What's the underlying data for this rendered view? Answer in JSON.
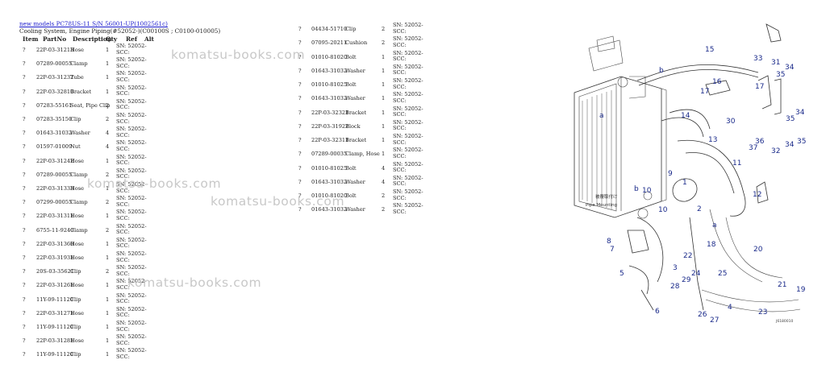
{
  "header": {
    "link_text": "new models PC78US-11 S/N 56001-UP(1002561c)",
    "subtitle": "Cooling System, Engine Piping(#52052-)(C00100S ; C0100-010005)"
  },
  "columns": [
    "Item",
    "PartNo",
    "Description",
    "Qty",
    "Ref",
    "Alt"
  ],
  "left_parts": [
    {
      "item": "?",
      "partno": "22P-03-31213",
      "desc": "Hose",
      "qty": "1",
      "ref": "SN: 52052-SCC:"
    },
    {
      "item": "?",
      "partno": "07289-00055",
      "desc": "Clamp",
      "qty": "1",
      "ref": "SN: 52052-SCC:"
    },
    {
      "item": "?",
      "partno": "22P-03-31232",
      "desc": "Tube",
      "qty": "1",
      "ref": "SN: 52052-SCC:"
    },
    {
      "item": "?",
      "partno": "22P-03-32810",
      "desc": "Bracket",
      "qty": "1",
      "ref": "SN: 52052-SCC:"
    },
    {
      "item": "?",
      "partno": "07283-55161",
      "desc": "Seat, Pipe Clip",
      "qty": "2",
      "ref": "SN: 52052-SCC:"
    },
    {
      "item": "?",
      "partno": "07283-35150",
      "desc": "Clip",
      "qty": "2",
      "ref": "SN: 52052-SCC:"
    },
    {
      "item": "?",
      "partno": "01643-31032",
      "desc": "Washer",
      "qty": "4",
      "ref": "SN: 52052-SCC:"
    },
    {
      "item": "?",
      "partno": "01597-01009",
      "desc": "Nut",
      "qty": "4",
      "ref": "SN: 52052-SCC:"
    },
    {
      "item": "?",
      "partno": "22P-03-31242",
      "desc": "Hose",
      "qty": "1",
      "ref": "SN: 52052-SCC:"
    },
    {
      "item": "?",
      "partno": "07289-00055",
      "desc": "Clamp",
      "qty": "2",
      "ref": "SN: 52052-SCC:"
    },
    {
      "item": "?",
      "partno": "22P-03-31333",
      "desc": "Hose",
      "qty": "1",
      "ref": "SN: 52052-SCC:"
    },
    {
      "item": "?",
      "partno": "07299-00055",
      "desc": "Clamp",
      "qty": "2",
      "ref": "SN: 52052-SCC:"
    },
    {
      "item": "?",
      "partno": "22P-03-31311",
      "desc": "Hose",
      "qty": "1",
      "ref": "SN: 52052-SCC:"
    },
    {
      "item": "?",
      "partno": "6755-11-9240",
      "desc": "Clamp",
      "qty": "2",
      "ref": "SN: 52052-SCC:"
    },
    {
      "item": "?",
      "partno": "22P-03-31360",
      "desc": "Hose",
      "qty": "1",
      "ref": "SN: 52052-SCC:"
    },
    {
      "item": "?",
      "partno": "22P-03-31931",
      "desc": "Hose",
      "qty": "1",
      "ref": "SN: 52052-SCC:"
    },
    {
      "item": "?",
      "partno": "20S-03-35621",
      "desc": "Clip",
      "qty": "2",
      "ref": "SN: 52052-SCC:"
    },
    {
      "item": "?",
      "partno": "22P-03-31261",
      "desc": "Hose",
      "qty": "1",
      "ref": "SN: 52052-SCC:"
    },
    {
      "item": "?",
      "partno": "11Y-09-11120",
      "desc": "Clip",
      "qty": "1",
      "ref": "SN: 52052-SCC:"
    },
    {
      "item": "?",
      "partno": "22P-03-31271",
      "desc": "Hose",
      "qty": "1",
      "ref": "SN: 52052-SCC:"
    },
    {
      "item": "?",
      "partno": "11Y-09-11120",
      "desc": "Clip",
      "qty": "1",
      "ref": "SN: 52052-SCC:"
    },
    {
      "item": "?",
      "partno": "22P-03-31281",
      "desc": "Hose",
      "qty": "1",
      "ref": "SN: 52052-SCC:"
    },
    {
      "item": "?",
      "partno": "11Y-09-11120",
      "desc": "Clip",
      "qty": "1",
      "ref": "SN: 52052-SCC:"
    }
  ],
  "right_parts": [
    {
      "item": "?",
      "partno": "04434-51710",
      "desc": "Clip",
      "qty": "2",
      "ref": "SN: 52052-SCC:"
    },
    {
      "item": "?",
      "partno": "07095-20211",
      "desc": "Cushion",
      "qty": "2",
      "ref": "SN: 52052-SCC:"
    },
    {
      "item": "?",
      "partno": "01010-81020",
      "desc": "Bolt",
      "qty": "1",
      "ref": "SN: 52052-SCC:"
    },
    {
      "item": "?",
      "partno": "01643-31032",
      "desc": "Washer",
      "qty": "1",
      "ref": "SN: 52052-SCC:"
    },
    {
      "item": "?",
      "partno": "01010-81025",
      "desc": "Bolt",
      "qty": "1",
      "ref": "SN: 52052-SCC:"
    },
    {
      "item": "?",
      "partno": "01643-31032",
      "desc": "Washer",
      "qty": "1",
      "ref": "SN: 52052-SCC:"
    },
    {
      "item": "?",
      "partno": "22P-03-32321",
      "desc": "Bracket",
      "qty": "1",
      "ref": "SN: 52052-SCC:"
    },
    {
      "item": "?",
      "partno": "22P-03-31922",
      "desc": "Block",
      "qty": "1",
      "ref": "SN: 52052-SCC:"
    },
    {
      "item": "?",
      "partno": "22P-03-32311",
      "desc": "Bracket",
      "qty": "1",
      "ref": "SN: 52052-SCC:"
    },
    {
      "item": "?",
      "partno": "07289-00035",
      "desc": "Clamp, Hose",
      "qty": "1",
      "ref": "SN: 52052-SCC:"
    },
    {
      "item": "?",
      "partno": "01010-81025",
      "desc": "Bolt",
      "qty": "4",
      "ref": "SN: 52052-SCC:"
    },
    {
      "item": "?",
      "partno": "01643-31032",
      "desc": "Washer",
      "qty": "4",
      "ref": "SN: 52052-SCC:"
    },
    {
      "item": "?",
      "partno": "01010-81020",
      "desc": "Bolt",
      "qty": "2",
      "ref": "SN: 52052-SCC:"
    },
    {
      "item": "?",
      "partno": "01643-31032",
      "desc": "Washer",
      "qty": "2",
      "ref": "SN: 52052-SCC:"
    }
  ],
  "watermark": "komatsu-books.com",
  "diagram": {
    "callouts": [
      "15",
      "33",
      "31",
      "34",
      "35",
      "17",
      "16",
      "17",
      "14",
      "30",
      "34",
      "35",
      "13",
      "37",
      "36",
      "32",
      "34",
      "35",
      "11",
      "9",
      "1",
      "10",
      "12",
      "10",
      "2",
      "8",
      "7",
      "22",
      "18",
      "20",
      "3",
      "5",
      "24",
      "25",
      "29",
      "28",
      "21",
      "19",
      "6",
      "26",
      "27",
      "23",
      "4",
      "b",
      "a",
      "b",
      "a"
    ],
    "caption_jp": "被覆取付け",
    "caption_en": "Pipe Mounting",
    "figure_code": "J6180010"
  }
}
